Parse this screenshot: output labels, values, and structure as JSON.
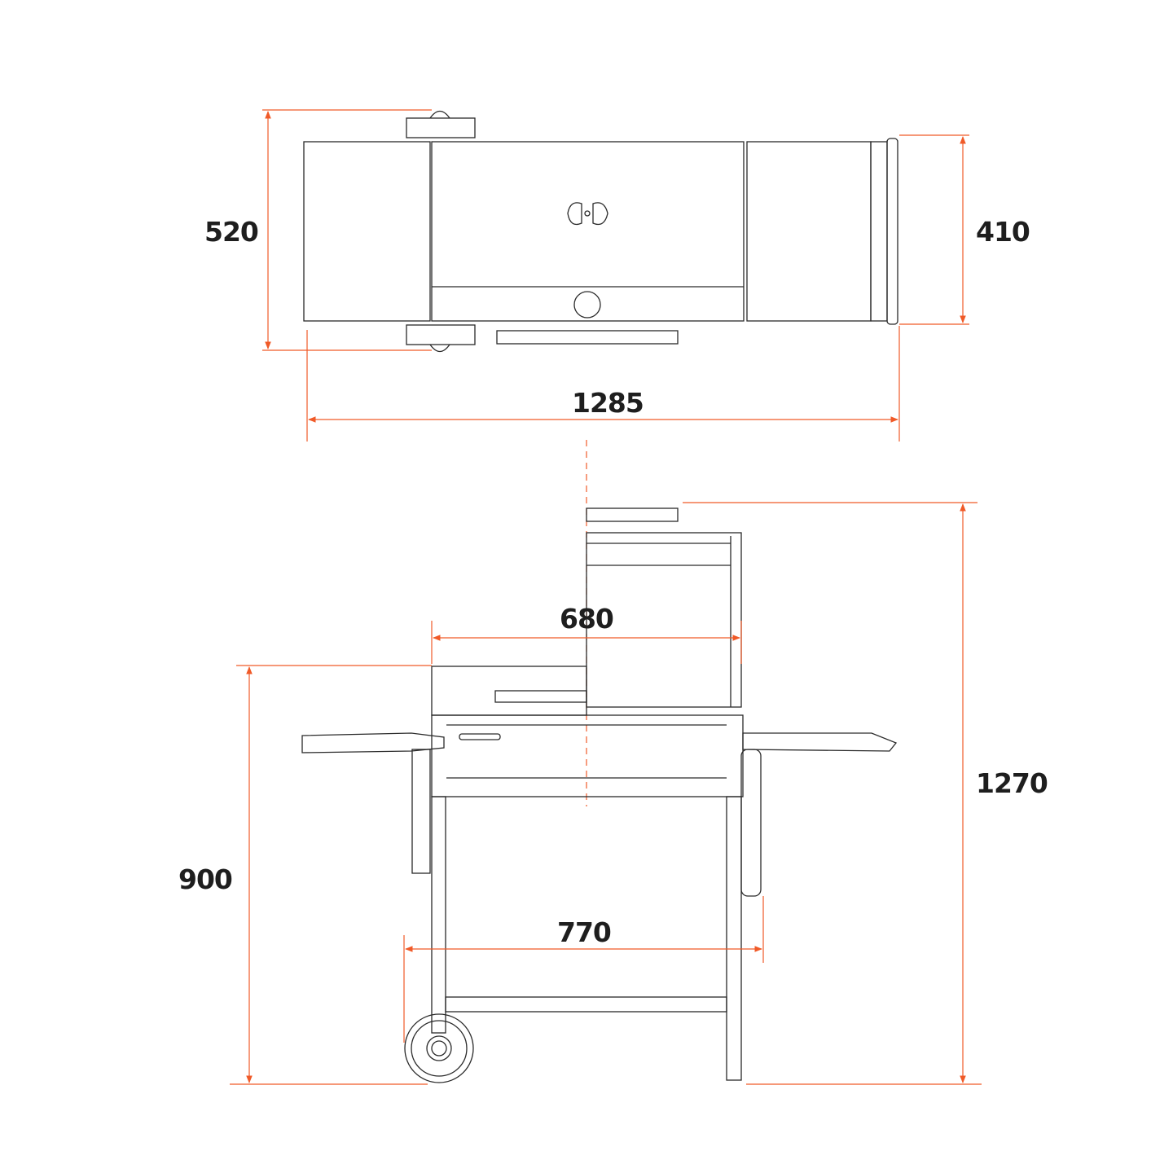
{
  "colors": {
    "dimension_line": "#f05a28",
    "drawing_line": "#2a2a2a",
    "label": "#1e1e1e"
  },
  "top_view": {
    "depth_total_mm": "520",
    "depth_body_mm": "410",
    "width_total_mm": "1285"
  },
  "front_view": {
    "body_width_mm": "680",
    "work_height_mm": "900",
    "total_height_mm": "1270",
    "leg_span_mm": "770"
  }
}
